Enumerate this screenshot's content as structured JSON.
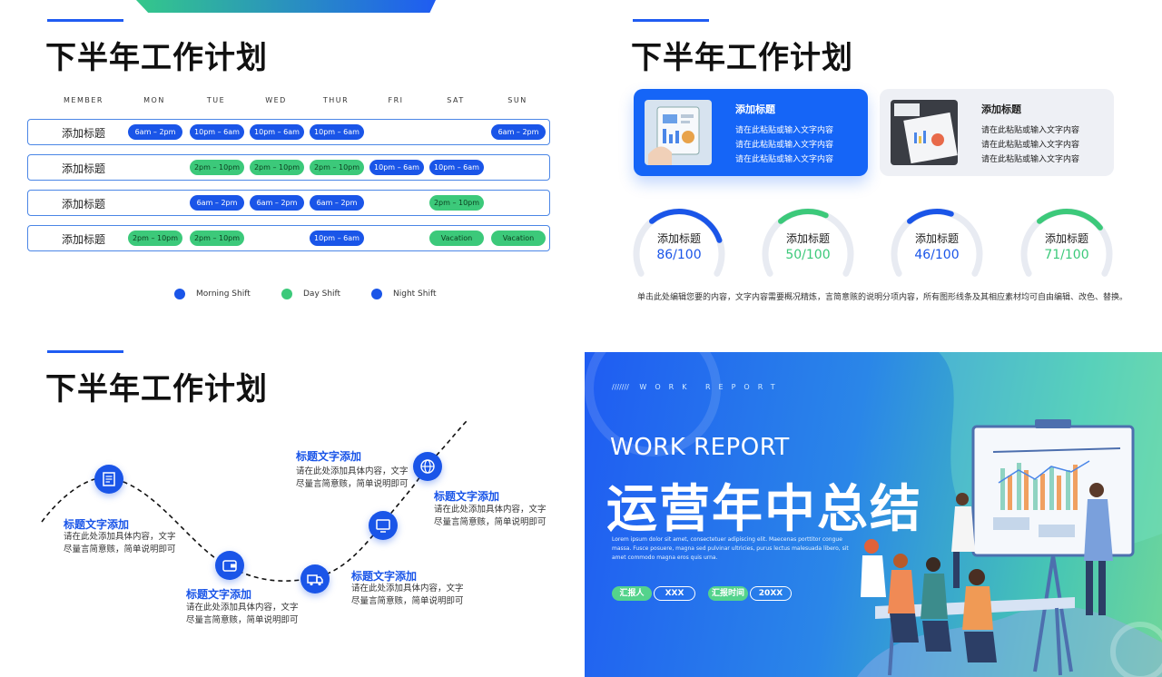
{
  "slide_title": "下半年工作计划",
  "schedule": {
    "member_header": "MEMBER",
    "days": [
      "MON",
      "TUE",
      "WED",
      "THUR",
      "FRI",
      "SAT",
      "SUN"
    ],
    "rows": [
      {
        "label": "添加标题",
        "cells": [
          [
            "6am – 2pm",
            "blue"
          ],
          [
            "10pm – 6am",
            "blue"
          ],
          [
            "10pm – 6am",
            "blue"
          ],
          [
            "10pm – 6am",
            "blue"
          ],
          null,
          null,
          [
            "6am – 2pm",
            "blue"
          ]
        ]
      },
      {
        "label": "添加标题",
        "cells": [
          null,
          [
            "2pm – 10pm",
            "green"
          ],
          [
            "2pm – 10pm",
            "green"
          ],
          [
            "2pm – 10pm",
            "green"
          ],
          [
            "10pm – 6am",
            "blue"
          ],
          [
            "10pm – 6am",
            "blue"
          ],
          null
        ]
      },
      {
        "label": "添加标题",
        "cells": [
          null,
          [
            "6am – 2pm",
            "blue"
          ],
          [
            "6am – 2pm",
            "blue"
          ],
          [
            "6am – 2pm",
            "blue"
          ],
          null,
          [
            "2pm – 10pm",
            "green"
          ],
          null
        ]
      },
      {
        "label": "添加标题",
        "cells": [
          [
            "2pm – 10pm",
            "green"
          ],
          [
            "2pm – 10pm",
            "green"
          ],
          null,
          [
            "10pm – 6am",
            "blue"
          ],
          null,
          [
            "Vacation",
            "green"
          ],
          [
            "Vacation",
            "green"
          ]
        ]
      }
    ],
    "legend": [
      {
        "label": "Morning Shift",
        "color": "#1a55e8"
      },
      {
        "label": "Day Shift",
        "color": "#3cc97a"
      },
      {
        "label": "Night Shift",
        "color": "#1a55e8"
      }
    ]
  },
  "cards": [
    {
      "title": "添加标题",
      "lines": [
        "请在此粘贴或输入文字内容",
        "请在此粘贴或输入文字内容",
        "请在此粘贴或输入文字内容"
      ]
    },
    {
      "title": "添加标题",
      "lines": [
        "请在此粘贴或输入文字内容",
        "请在此粘贴或输入文字内容",
        "请在此粘贴或输入文字内容"
      ]
    }
  ],
  "gauges": [
    {
      "title": "添加标题",
      "value_text": "86/100",
      "value": 86,
      "color": "#1a55e8"
    },
    {
      "title": "添加标题",
      "value_text": "50/100",
      "value": 50,
      "color": "#3cc97a"
    },
    {
      "title": "添加标题",
      "value_text": "46/100",
      "value": 46,
      "color": "#1a55e8"
    },
    {
      "title": "添加标题",
      "value_text": "71/100",
      "value": 71,
      "color": "#3cc97a"
    }
  ],
  "gauge_description": "单击此处编辑您要的内容，文字内容需要概况精炼，言简意赅的说明分项内容，所有图形线条及其相应素材均可自由编辑、改色、替换。",
  "timeline": [
    {
      "icon": "document-icon",
      "title": "标题文字添加",
      "lines": [
        "请在此处添加具体内容，文字",
        "尽量言简意赅，简单说明即可"
      ]
    },
    {
      "icon": "wallet-icon",
      "title": "标题文字添加",
      "lines": [
        "请在此处添加具体内容，文字",
        "尽量言简意赅，简单说明即可"
      ]
    },
    {
      "icon": "truck-icon",
      "title": "标题文字添加",
      "lines": [
        "请在此处添加具体内容，文字",
        "尽量言简意赅，简单说明即可"
      ]
    },
    {
      "icon": "monitor-icon",
      "title": "标题文字添加",
      "lines": [
        "请在此处添加具体内容，文字",
        "尽量言简意赅，简单说明即可"
      ]
    },
    {
      "icon": "globe-icon",
      "title": "标题文字添加",
      "lines": [
        "请在此处添加具体内容，文字",
        "尽量言简意赅，简单说明即可"
      ]
    }
  ],
  "cover": {
    "small_label": "WORK   REPORT",
    "slashes": "///////",
    "en_title": "WORK REPORT",
    "cn_title": "运营年中总结",
    "lorem": "Lorem ipsum dolor sit amet, consectetuer adipiscing elit. Maecenas porttitor congue massa. Fusce posuere, magna sed pulvinar ultricies, purus lectus malesuada libero, sit amet commodo magna eros quis urna.",
    "reporter_label": "汇报人",
    "reporter_value": "XXX",
    "time_label": "汇报时间",
    "time_value": "20XX"
  },
  "colors": {
    "primary": "#1a55e8",
    "green": "#3cc97a"
  }
}
